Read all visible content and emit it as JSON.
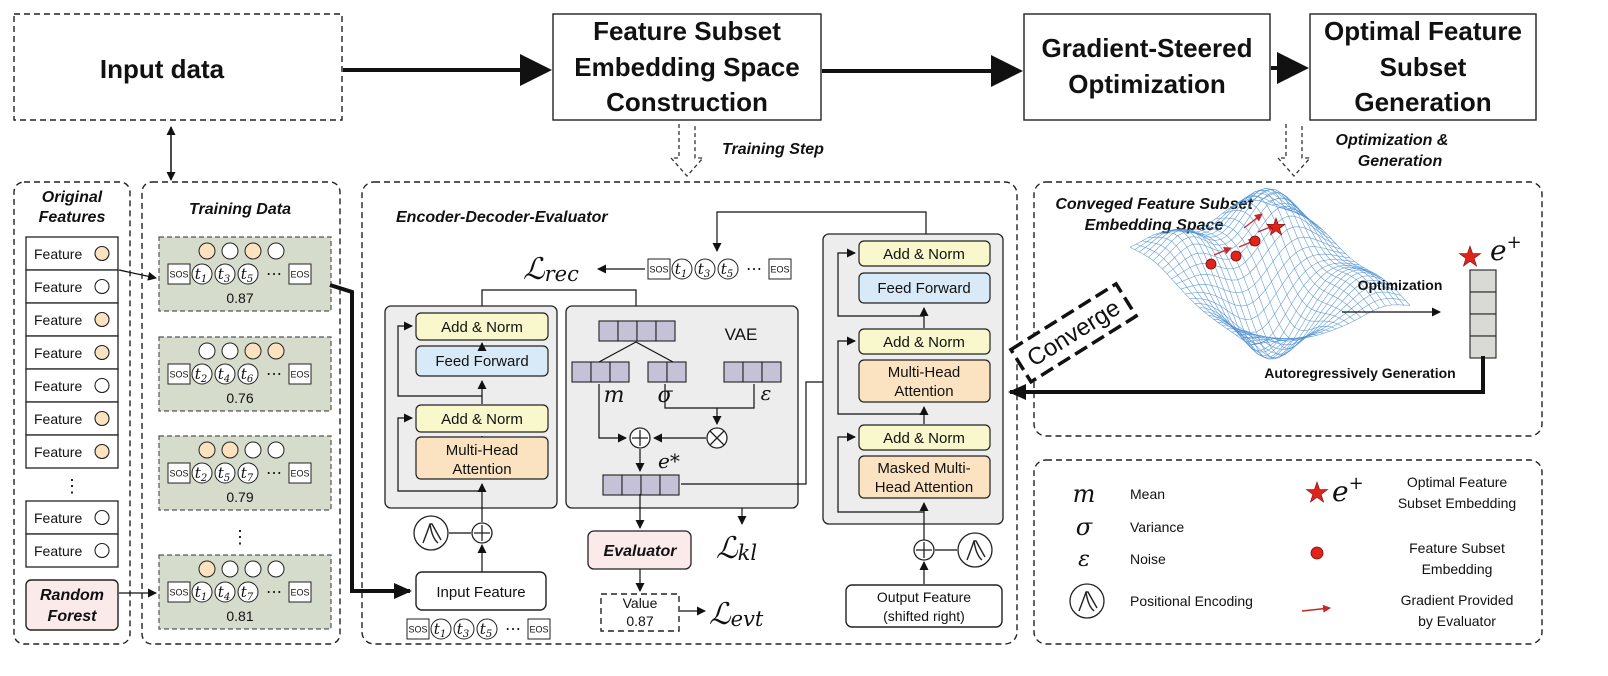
{
  "top": {
    "input_data": "Input data",
    "fsesc": [
      "Feature Subset",
      "Embedding Space",
      "Construction"
    ],
    "gso": [
      "Gradient-Steered",
      "Optimization"
    ],
    "ofsg": [
      "Optimal Feature",
      "Subset",
      "Generation"
    ],
    "training_step": "Training Step",
    "opt_gen": [
      "Optimization &",
      "Generation"
    ]
  },
  "original_features": {
    "title": [
      "Original",
      "Features"
    ],
    "feature_label": "Feature",
    "rows": [
      "orange",
      "white",
      "orange",
      "orange",
      "white",
      "orange",
      "orange",
      "dots",
      "white",
      "white"
    ],
    "random_forest": [
      "Random",
      "Forest"
    ]
  },
  "training_data": {
    "title": "Training Data",
    "sos": "SOS",
    "eos": "EOS",
    "ellipsis": "⋯",
    "samples": [
      {
        "dots": [
          "orange",
          "white",
          "orange",
          "white"
        ],
        "tokens": [
          "1",
          "3",
          "5"
        ],
        "score": "0.87"
      },
      {
        "dots": [
          "white",
          "white",
          "orange",
          "orange"
        ],
        "tokens": [
          "2",
          "4",
          "6"
        ],
        "score": "0.76"
      },
      {
        "dots": [
          "orange",
          "orange",
          "white",
          "white"
        ],
        "tokens": [
          "2",
          "5",
          "7"
        ],
        "score": "0.79"
      },
      {
        "dots": [
          "orange",
          "white",
          "white",
          "white"
        ],
        "tokens": [
          "1",
          "4",
          "7"
        ],
        "score": "0.81"
      }
    ]
  },
  "ede": {
    "title": "Encoder-Decoder-Evaluator",
    "encoder": {
      "add_norm": "Add & Norm",
      "feed_forward": "Feed Forward",
      "mha": [
        "Multi-Head",
        "Attention"
      ],
      "input_feature": "Input Feature"
    },
    "vae": {
      "label": "VAE",
      "m": "m",
      "sigma": "σ",
      "epsilon": "ε",
      "e_star": "e*"
    },
    "evaluator": "Evaluator",
    "value": [
      "Value",
      "0.87"
    ],
    "loss_rec": [
      "ℒ",
      "rec"
    ],
    "loss_kl": [
      "ℒ",
      "kl"
    ],
    "loss_evt": [
      "ℒ",
      "evt"
    ],
    "decoder": {
      "add_norm": "Add & Norm",
      "feed_forward": "Feed Forward",
      "mha": [
        "Multi-Head",
        "Attention"
      ],
      "masked_mha": [
        "Masked Multi-",
        "Head Attention"
      ],
      "output_feature": [
        "Output Feature",
        "(shifted right)"
      ]
    }
  },
  "space": {
    "title": [
      "Conveged Feature Subset",
      "Embedding Space"
    ],
    "converge": "Converge",
    "optimization": "Optimization",
    "autoregressive": "Autoregressively Generation",
    "e_plus": "e"
  },
  "legend": {
    "mean": "Mean",
    "variance": "Variance",
    "noise": "Noise",
    "pos_enc": "Positional Encoding",
    "opt_embedding": [
      "Optimal Feature",
      "Subset Embedding"
    ],
    "fs_embedding": [
      "Feature Subset",
      "Embedding"
    ],
    "gradient": [
      "Gradient Provided",
      "by Evaluator"
    ]
  },
  "colors": {
    "orange": "#fce2bf",
    "td_bg": "#d6dccb",
    "yellow": "#f9f7cc",
    "blue": "#d8eaf7",
    "peach": "#fbe3c2",
    "purple": "#c5c2d8",
    "pink": "#fbeaea",
    "gray_panel": "#ededee",
    "red": "#e0231b",
    "surface": "#4f8fd0"
  }
}
